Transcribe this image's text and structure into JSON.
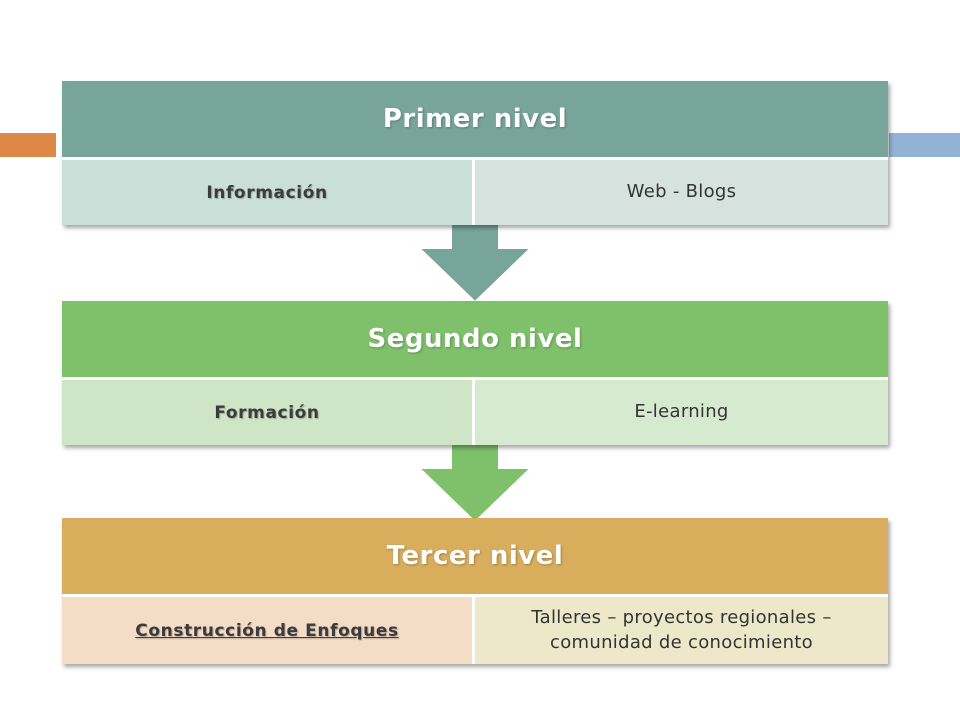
{
  "levels": [
    {
      "title": "Primer nivel",
      "left": "Información",
      "right": "Web - Blogs",
      "color": "#78a59a"
    },
    {
      "title": "Segundo nivel",
      "left": "Formación",
      "right": "E-learning",
      "color": "#7fc06b"
    },
    {
      "title": "Tercer nivel",
      "left": "Construcción de Enfoques",
      "right": "Talleres – proyectos regionales – comunidad de conocimiento",
      "color": "#d8ad5c"
    }
  ],
  "accent_colors": {
    "left": "#dd8847",
    "right": "#93b3d5"
  }
}
